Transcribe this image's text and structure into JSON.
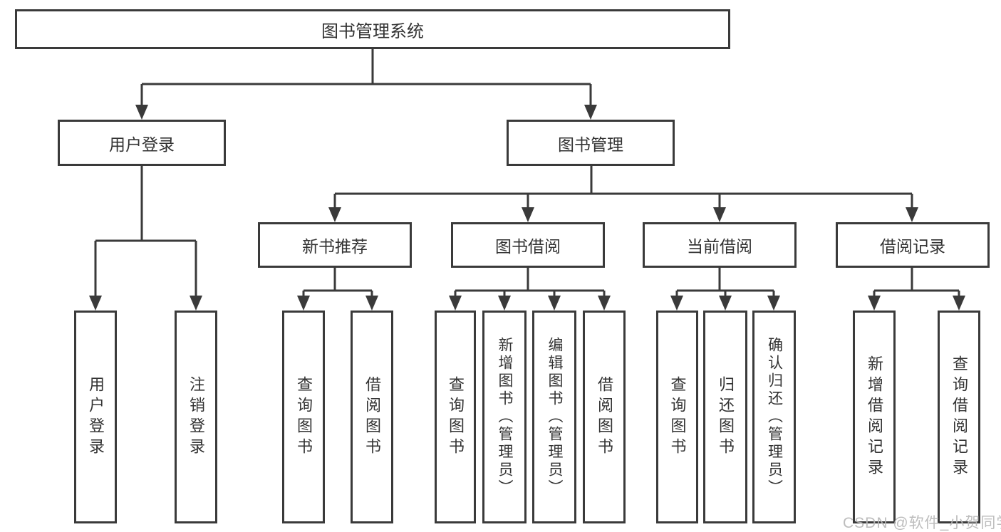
{
  "tree": {
    "label": "图书管理系统",
    "children": [
      {
        "label": "用户登录",
        "children": [
          {
            "label": "用户登录"
          },
          {
            "label": "注销登录"
          }
        ]
      },
      {
        "label": "图书管理",
        "children": [
          {
            "label": "新书推荐",
            "children": [
              {
                "label": "查询图书"
              },
              {
                "label": "借阅图书"
              }
            ]
          },
          {
            "label": "图书借阅",
            "children": [
              {
                "label": "查询图书"
              },
              {
                "label": "新增图书（管理员）"
              },
              {
                "label": "编辑图书（管理员）"
              },
              {
                "label": "借阅图书"
              }
            ]
          },
          {
            "label": "当前借阅",
            "children": [
              {
                "label": "查询图书"
              },
              {
                "label": "归还图书"
              },
              {
                "label": "确认归还（管理员）"
              }
            ]
          },
          {
            "label": "借阅记录",
            "children": [
              {
                "label": "新增借阅记录"
              },
              {
                "label": "查询借阅记录"
              }
            ]
          }
        ]
      }
    ]
  },
  "watermark": {
    "text": "CSDN @软件_小贺同学"
  },
  "colors": {
    "line": "#3a3a3a",
    "text": "#333333",
    "background": "#ffffff",
    "watermark": "#b7b7b7"
  }
}
